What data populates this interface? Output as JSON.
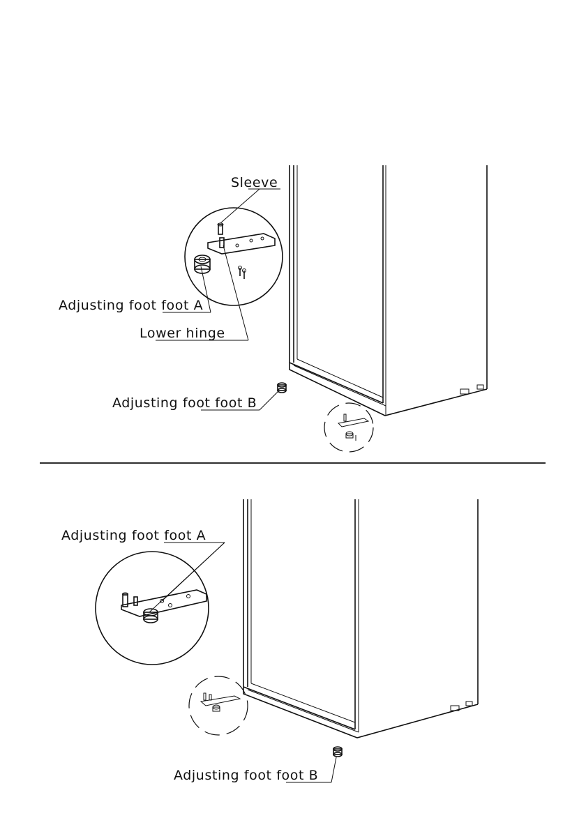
{
  "panel_top": {
    "labels": {
      "sleeve": "Sleeve",
      "foot_a": "Adjusting foot foot A",
      "lower_hinge": "Lower hinge",
      "foot_b": "Adjusting foot foot B"
    }
  },
  "panel_bottom": {
    "labels": {
      "foot_a": "Adjusting foot foot A",
      "foot_b": "Adjusting foot foot B"
    }
  }
}
